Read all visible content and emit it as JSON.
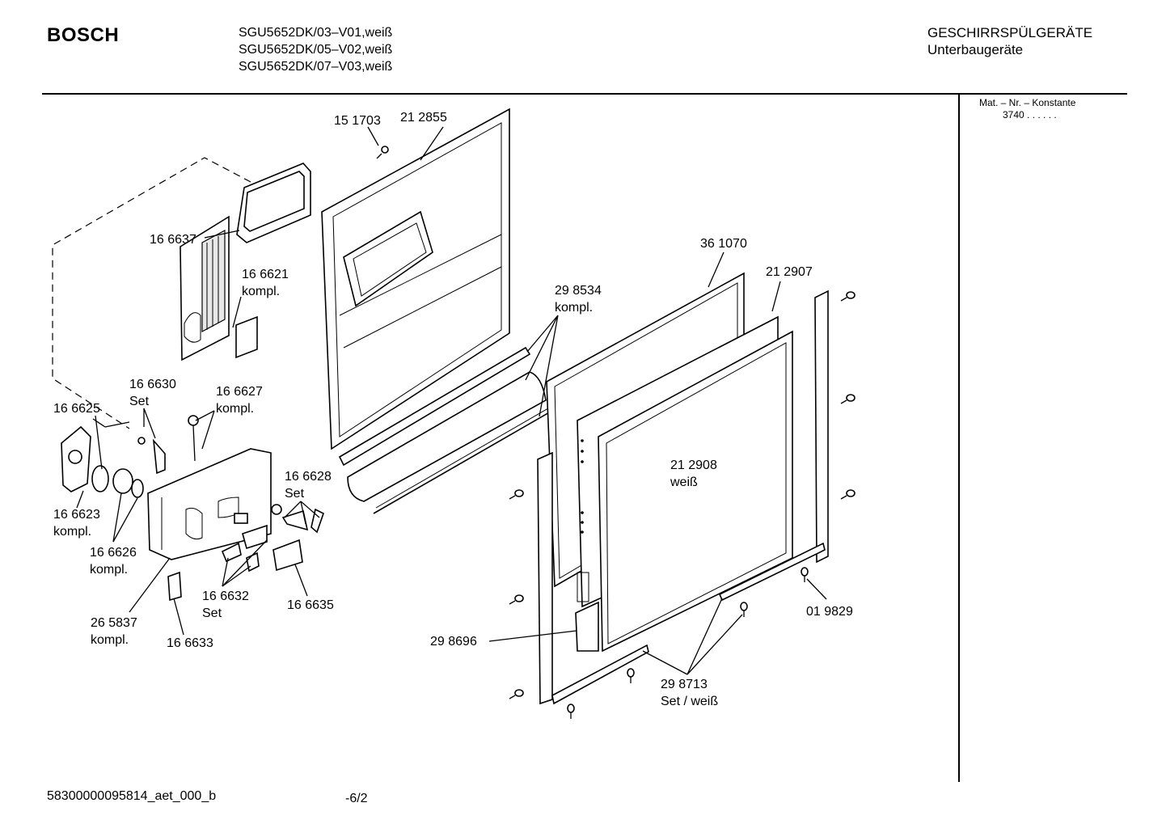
{
  "header": {
    "brand": "BOSCH",
    "models": [
      "SGU5652DK/03–V01,weiß",
      "SGU5652DK/05–V02,weiß",
      "SGU5652DK/07–V03,weiß"
    ],
    "category": "GESCHIRRSPÜLGERÄTE",
    "subcategory": "Unterbaugeräte"
  },
  "side_panel": {
    "mat_label": "Mat. – Nr. – Konstante",
    "mat_value": "3740 .  .   .  .  .  ."
  },
  "footer": {
    "document_id": "58300000095814_aet_000_b",
    "page": "-6/2"
  },
  "parts": [
    {
      "id": "p151703",
      "number": "15 1703",
      "note": ""
    },
    {
      "id": "p212855",
      "number": "21 2855",
      "note": ""
    },
    {
      "id": "p166637",
      "number": "16 6637",
      "note": ""
    },
    {
      "id": "p166621",
      "number": "16 6621",
      "note": "kompl."
    },
    {
      "id": "p361070",
      "number": "36 1070",
      "note": ""
    },
    {
      "id": "p212907",
      "number": "21 2907",
      "note": ""
    },
    {
      "id": "p298534",
      "number": "29 8534",
      "note": "kompl."
    },
    {
      "id": "p166630",
      "number": "16 6630",
      "note": "Set"
    },
    {
      "id": "p166627",
      "number": "16 6627",
      "note": "kompl."
    },
    {
      "id": "p166625",
      "number": "16 6625",
      "note": ""
    },
    {
      "id": "p166628",
      "number": "16 6628",
      "note": "Set"
    },
    {
      "id": "p212908",
      "number": "21 2908",
      "note": "weiß"
    },
    {
      "id": "p166623",
      "number": "16 6623",
      "note": "kompl."
    },
    {
      "id": "p166626",
      "number": "16 6626",
      "note": "kompl."
    },
    {
      "id": "p166632",
      "number": "16 6632",
      "note": "Set"
    },
    {
      "id": "p166635",
      "number": "16 6635",
      "note": ""
    },
    {
      "id": "p265837",
      "number": "26 5837",
      "note": "kompl."
    },
    {
      "id": "p166633",
      "number": "16 6633",
      "note": ""
    },
    {
      "id": "p298696",
      "number": "29 8696",
      "note": ""
    },
    {
      "id": "p019829",
      "number": "01 9829",
      "note": ""
    },
    {
      "id": "p298713",
      "number": "29 8713",
      "note": "Set / weiß"
    }
  ]
}
